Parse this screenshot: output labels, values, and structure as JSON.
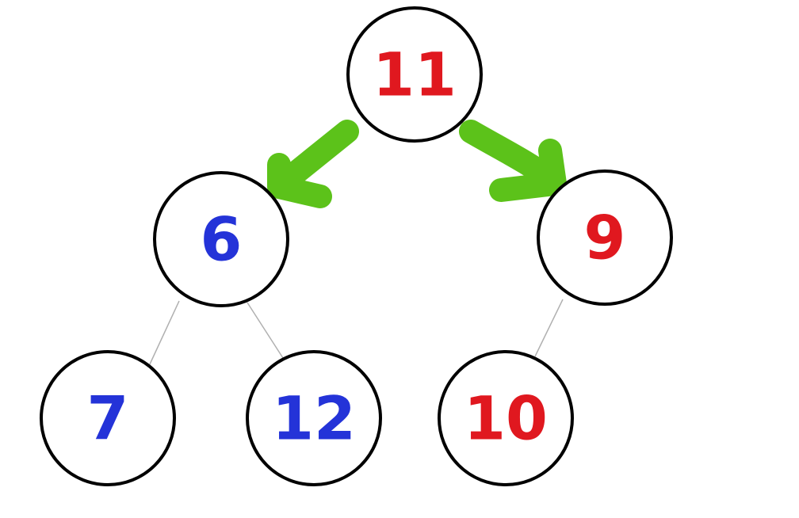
{
  "colors": {
    "red": "#e0181f",
    "blue": "#2433d8",
    "green": "#5cc21a",
    "circle_stroke": "#000000",
    "edge": "#b0b0b0"
  },
  "nodes": [
    {
      "id": "n11",
      "label": "11",
      "color": "red"
    },
    {
      "id": "n6",
      "label": "6",
      "color": "blue"
    },
    {
      "id": "n9",
      "label": "9",
      "color": "red"
    },
    {
      "id": "n7",
      "label": "7",
      "color": "blue"
    },
    {
      "id": "n12",
      "label": "12",
      "color": "blue"
    },
    {
      "id": "n10",
      "label": "10",
      "color": "red"
    }
  ],
  "edges": [
    {
      "from": "n6",
      "to": "n7",
      "style": "thin-line"
    },
    {
      "from": "n6",
      "to": "n12",
      "style": "thin-line"
    },
    {
      "from": "n9",
      "to": "n10",
      "style": "thin-line"
    },
    {
      "from": "n11",
      "to": "n6",
      "style": "green-arrow"
    },
    {
      "from": "n11",
      "to": "n9",
      "style": "green-arrow"
    }
  ]
}
